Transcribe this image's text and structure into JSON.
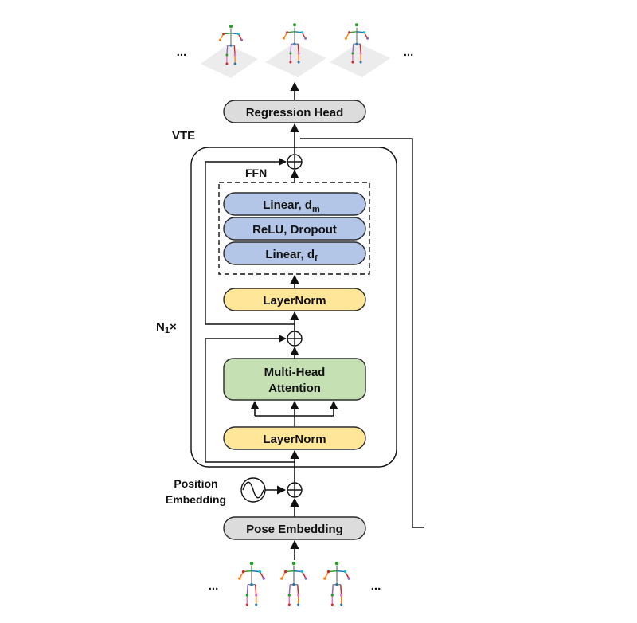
{
  "title": "",
  "labels": {
    "vte": "VTE",
    "ffn": "FFN",
    "repeat_prefix": "N",
    "repeat_sub": "1",
    "repeat_suffix": "×",
    "position_line1": "Position",
    "position_line2": "Embedding",
    "ellipsis": "..."
  },
  "blocks": {
    "regression_head": "Regression Head",
    "linear_dm_main": "Linear, d",
    "linear_dm_sub": "m",
    "relu_dropout": "ReLU, Dropout",
    "linear_df_main": "Linear, d",
    "linear_df_sub": "f",
    "layernorm_top": "LayerNorm",
    "mha_line1": "Multi-Head",
    "mha_line2": "Attention",
    "layernorm_bottom": "LayerNorm",
    "pose_embedding": "Pose Embedding"
  },
  "colors": {
    "gray_block": "#dcdcdc",
    "blue_block": "#b4c6e7",
    "yellow_block": "#ffe699",
    "green_block": "#c5e0b3",
    "stroke": "#2b2b2b",
    "plane": "#ececec"
  },
  "icons": {
    "sum": "circle-plus-icon",
    "sinusoid": "sine-wave-icon",
    "skeleton": "stick-figure-icon"
  }
}
